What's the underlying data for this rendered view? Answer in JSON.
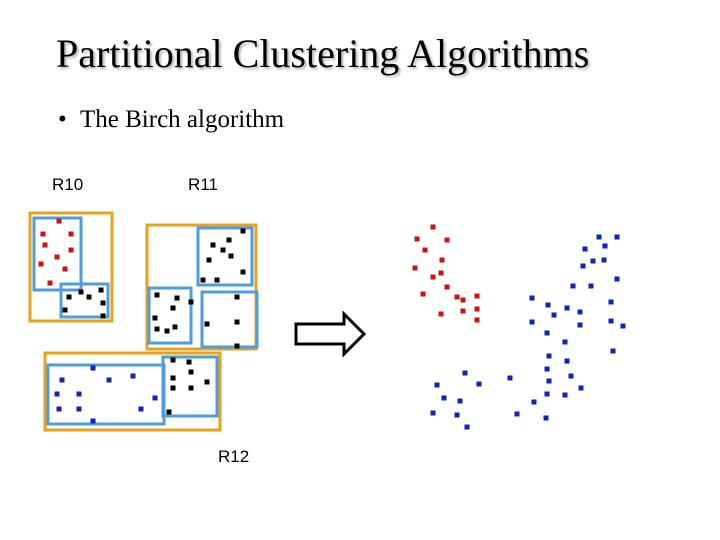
{
  "slide": {
    "title": "Partitional Clustering Algorithms",
    "bullet": "The Birch algorithm",
    "bullet_symbol": "•"
  },
  "regions": [
    {
      "id": "r10",
      "label": "R10"
    },
    {
      "id": "r11",
      "label": "R11"
    },
    {
      "id": "r12",
      "label": "R12"
    }
  ],
  "colors": {
    "outer_box": "#e8a21a",
    "inner_box": "#4d9de0",
    "point_black": "#000000",
    "point_red": "#cc1111",
    "point_blue": "#1122bb",
    "arrow": "#000000"
  }
}
